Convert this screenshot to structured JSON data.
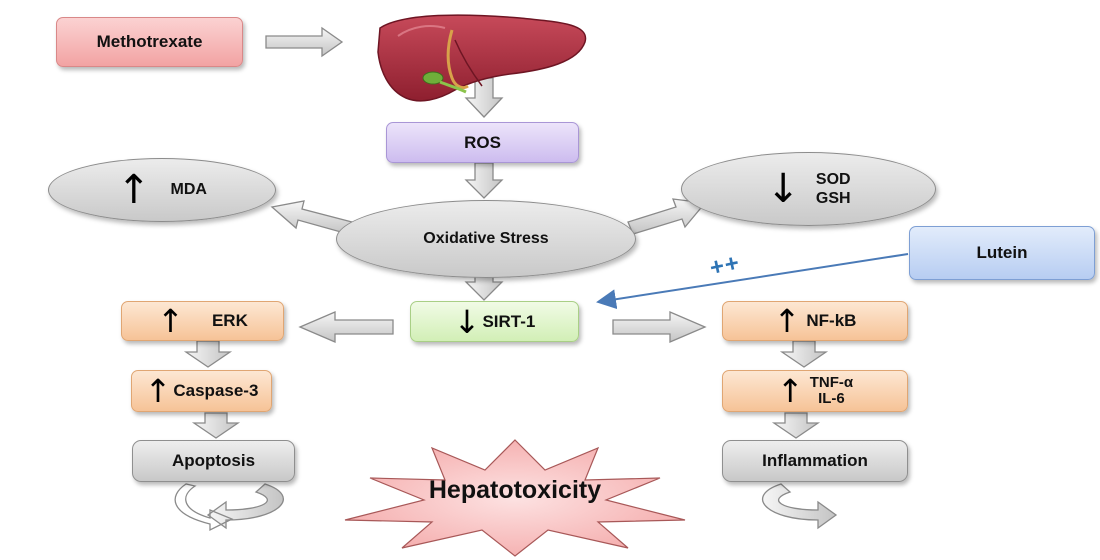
{
  "nodes": {
    "methotrexate": "Methotrexate",
    "ros": "ROS",
    "mda": "MDA",
    "oxidative_stress": "Oxidative Stress",
    "sod": "SOD",
    "gsh": "GSH",
    "lutein": "Lutein",
    "sirt1": "SIRT-1",
    "erk": "ERK",
    "caspase3": "Caspase-3",
    "apoptosis": "Apoptosis",
    "nfkb": "NF-kB",
    "tnf_alpha": "TNF-α",
    "il6": "IL-6",
    "inflammation": "Inflammation",
    "hepatotoxicity": "Hepatotoxicity"
  },
  "symbols": {
    "up": "↑",
    "down": "↓",
    "plus": "++"
  },
  "icons": {
    "liver": "liver-icon"
  },
  "colors": {
    "red_box": "#f2a3a3",
    "purple_box": "#cdbcef",
    "green_box": "#d2efb6",
    "blue_box": "#b7cdf2",
    "orange_box": "#f6c397",
    "gray_box": "#c9c9c9",
    "starburst": "#f8b8b8",
    "lutein_arrow": "#4a7ab7"
  }
}
